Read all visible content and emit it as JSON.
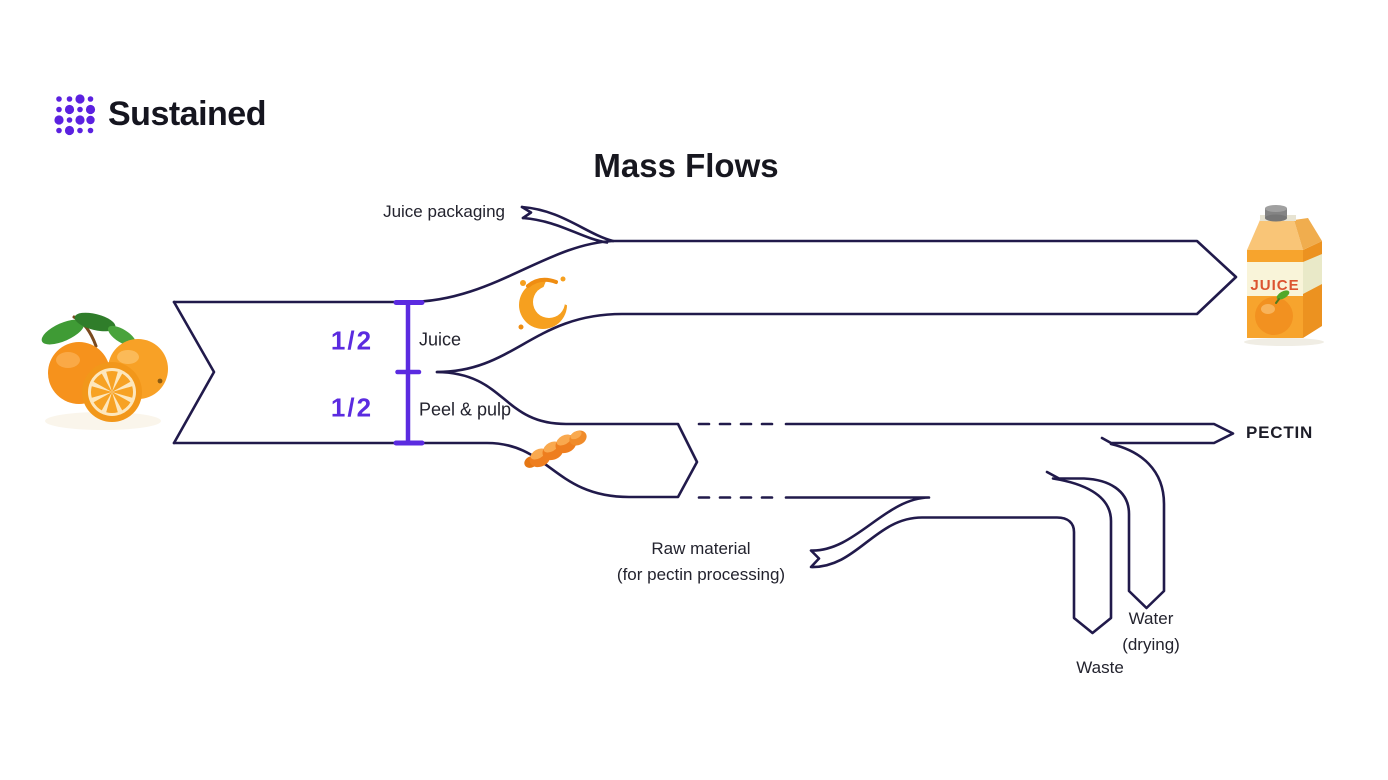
{
  "brand": {
    "name": "Sustained",
    "accent_color": "#5b21e0"
  },
  "title": "Mass Flows",
  "labels": {
    "juice_packaging": "Juice packaging",
    "fraction_juice": "1/2",
    "fraction_peel": "1/2",
    "juice": "Juice",
    "peel_pulp": "Peel & pulp",
    "pectin": "PECTIN",
    "raw_material_line1": "Raw material",
    "raw_material_line2": "(for pectin processing)",
    "waste": "Waste",
    "water_line1": "Water",
    "water_line2": "(drying)",
    "carton_text": "JUICE"
  },
  "diagram": {
    "type": "sankey-mass-flow",
    "source": "Oranges (illustration)",
    "splits": [
      {
        "label": "Juice",
        "fraction": "1/2",
        "destination": "Juice carton"
      },
      {
        "label": "Peel & pulp",
        "fraction": "1/2",
        "destination": "Pectin processing"
      }
    ],
    "side_inputs": [
      {
        "label": "Juice packaging",
        "joins": "Juice"
      },
      {
        "label": "Raw material (for pectin processing)",
        "joins": "Peel & pulp"
      }
    ],
    "outputs": [
      {
        "label": "JUICE",
        "depicted_as": "juice carton illustration"
      },
      {
        "label": "PECTIN"
      },
      {
        "label": "Waste",
        "direction": "down"
      },
      {
        "label": "Water (drying)",
        "direction": "down"
      }
    ],
    "stroke_color": "#211a4b",
    "accent_color": "#5b2be0",
    "orange_color": "#f6921c"
  }
}
